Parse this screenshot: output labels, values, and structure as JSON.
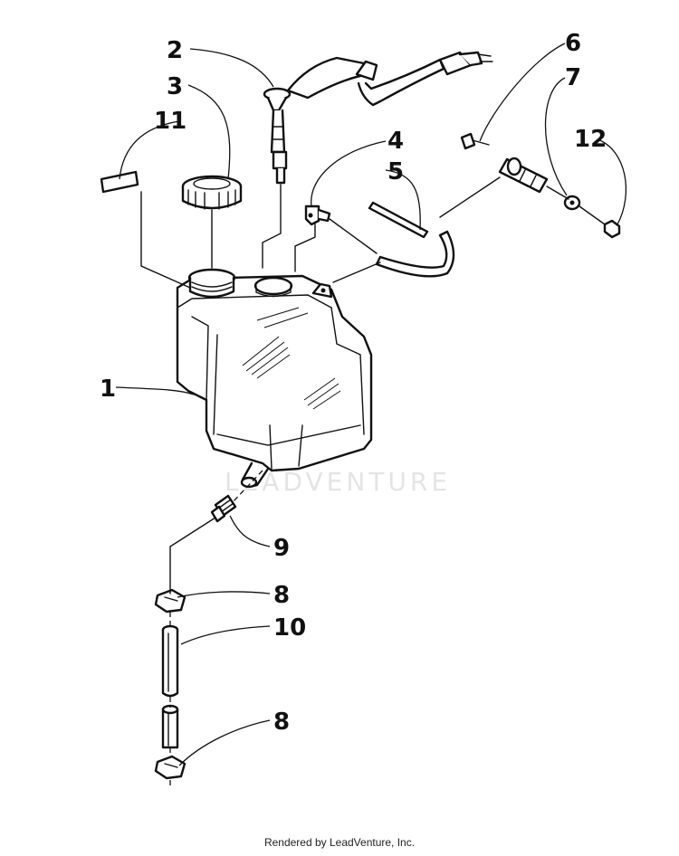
{
  "callouts": {
    "c1": "1",
    "c2": "2",
    "c3": "3",
    "c4": "4",
    "c5": "5",
    "c6": "6",
    "c7": "7",
    "c8a": "8",
    "c8b": "8",
    "c9": "9",
    "c10": "10",
    "c11": "11",
    "c12": "12"
  },
  "watermark": "LEADVENTURE",
  "footer": "Rendered by LeadVenture, Inc."
}
